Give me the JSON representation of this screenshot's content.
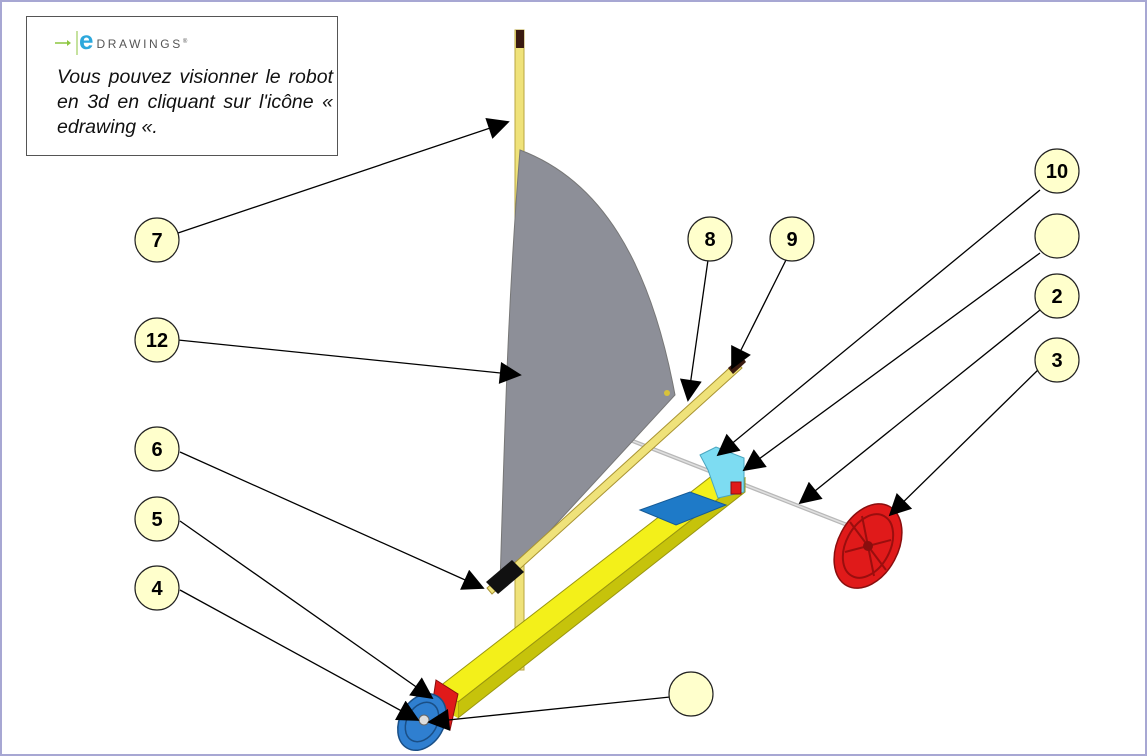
{
  "logo": {
    "name": "edrawings-logo",
    "letter": "e",
    "text": "DRAWINGS",
    "trademark": "®"
  },
  "info_text": "Vous pouvez visionner le robot en 3d en cliquant sur l'icône « edrawing «.",
  "colors": {
    "frame": "#a7a7d3",
    "callout_fill": "#ffffcc",
    "sail": "#8d8f98",
    "frame_beam": "#f3f01a",
    "front_wheel": "#2f7fd0",
    "rear_wheel": "#e01a1a",
    "seat_back": "#7ddcf2",
    "seat": "#1e7ac8"
  },
  "callouts": [
    {
      "id": "7",
      "label": "7"
    },
    {
      "id": "12",
      "label": "12"
    },
    {
      "id": "6",
      "label": "6"
    },
    {
      "id": "5",
      "label": "5"
    },
    {
      "id": "4",
      "label": "4"
    },
    {
      "id": "8",
      "label": "8"
    },
    {
      "id": "9",
      "label": "9"
    },
    {
      "id": "10",
      "label": "10"
    },
    {
      "id": "blank-top",
      "label": ""
    },
    {
      "id": "2",
      "label": "2"
    },
    {
      "id": "3",
      "label": "3"
    },
    {
      "id": "blank-bottom",
      "label": ""
    }
  ]
}
